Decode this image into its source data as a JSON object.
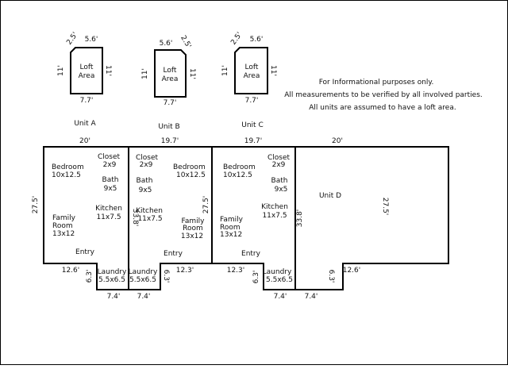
{
  "notes": [
    "For Informational purposes only.",
    "All measurements to be verified by all involved parties.",
    "All units are assumed to have a loft area."
  ],
  "lofts": {
    "a": {
      "label_1": "Loft",
      "label_2": "Area",
      "top_left": "2.5'",
      "top_right": "5.6'",
      "left": "11'",
      "right": "11'",
      "bottom": "7.7'",
      "unit": "Unit A"
    },
    "b": {
      "label_1": "Loft",
      "label_2": "Area",
      "top_left": "5.6'",
      "top_right": "2.5'",
      "left": "11'",
      "right": "11'",
      "bottom": "7.7'",
      "unit": "Unit B"
    },
    "c": {
      "label_1": "Loft",
      "label_2": "Area",
      "top_left": "2.5'",
      "top_right": "5.6'",
      "left": "11'",
      "right": "11'",
      "bottom": "7.7'",
      "unit": "Unit C"
    }
  },
  "units": {
    "a": {
      "top": "20'",
      "left": "27.5'",
      "bottom_left": "12.6'",
      "step": "6.3'",
      "laundry_width": "7.4'",
      "bedroom": [
        "Bedroom",
        "10x12.5"
      ],
      "closet": [
        "Closet",
        "2x9"
      ],
      "bath": [
        "Bath",
        "9x5"
      ],
      "kitchen": [
        "Kitchen",
        "11x7.5"
      ],
      "family": [
        "Family",
        "Room",
        "13x12"
      ],
      "entry": "Entry",
      "laundry": [
        "Laundry",
        "5.5x6.5"
      ]
    },
    "b": {
      "top": "19.7'",
      "left": "33.8'",
      "right": "27.5'",
      "bottom_right": "12.3'",
      "step": "6.3'",
      "laundry_width": "7.4'",
      "bedroom": [
        "Bedroom",
        "10x12.5"
      ],
      "closet": [
        "Closet",
        "2x9"
      ],
      "bath": [
        "Bath",
        "9x5"
      ],
      "kitchen": [
        "Kitchen",
        "11x7.5"
      ],
      "family": [
        "Family",
        "Room",
        "13x12"
      ],
      "entry": "Entry",
      "laundry": [
        "Laundry",
        "5.5x6.5"
      ]
    },
    "c": {
      "top": "19.7'",
      "bottom_left": "12.3'",
      "step": "6.3'",
      "laundry_width": "7.4'",
      "bedroom": [
        "Bedroom",
        "10x12.5"
      ],
      "closet": [
        "Closet",
        "2x9"
      ],
      "bath": [
        "Bath",
        "9x5"
      ],
      "kitchen": [
        "Kitchen",
        "11x7.5"
      ],
      "family": [
        "Family",
        "Room",
        "13x12"
      ],
      "entry": "Entry",
      "laundry": [
        "Laundry",
        "5.5x6.5"
      ]
    },
    "d": {
      "top": "20'",
      "left": "33.8'",
      "right": "27.5'",
      "bottom_right": "12.6'",
      "step": "6.3'",
      "laundry_width": "7.4'",
      "label": "Unit D"
    }
  }
}
